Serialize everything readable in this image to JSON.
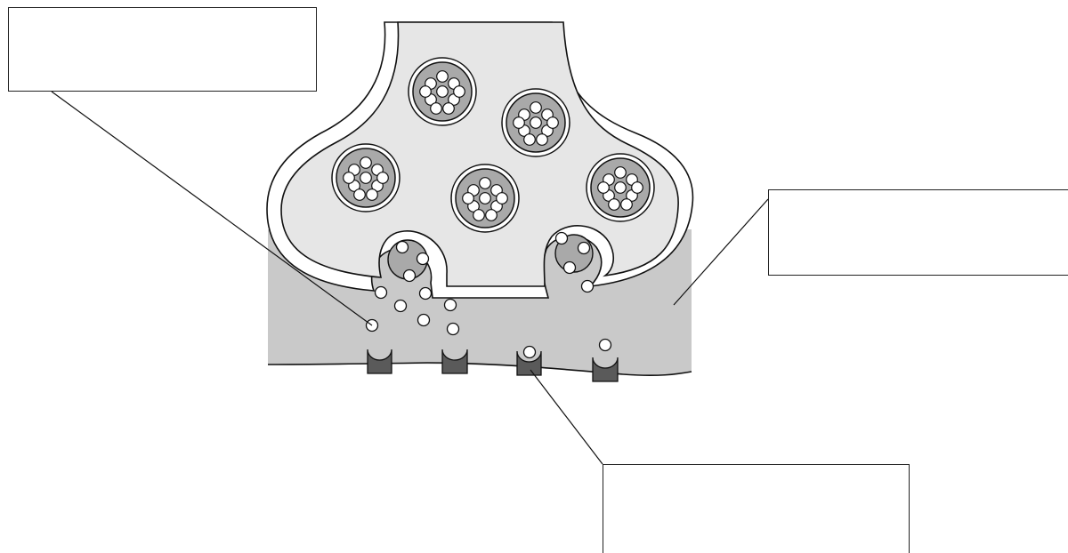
{
  "diagram": {
    "labels": {
      "top_left": "",
      "right": "",
      "bottom": ""
    },
    "colors": {
      "outline": "#111111",
      "terminal_fill": "#e6e6e6",
      "cleft_fill": "#c9c9c9",
      "vesicle_fill": "#a9a9a9",
      "receptor_fill": "#5a5a5a",
      "transmitter_fill": "#ffffff"
    },
    "vesicle_count": 5,
    "transmitters_per_vesicle": 10,
    "receptor_count": 4,
    "bound_receptors": 2
  }
}
